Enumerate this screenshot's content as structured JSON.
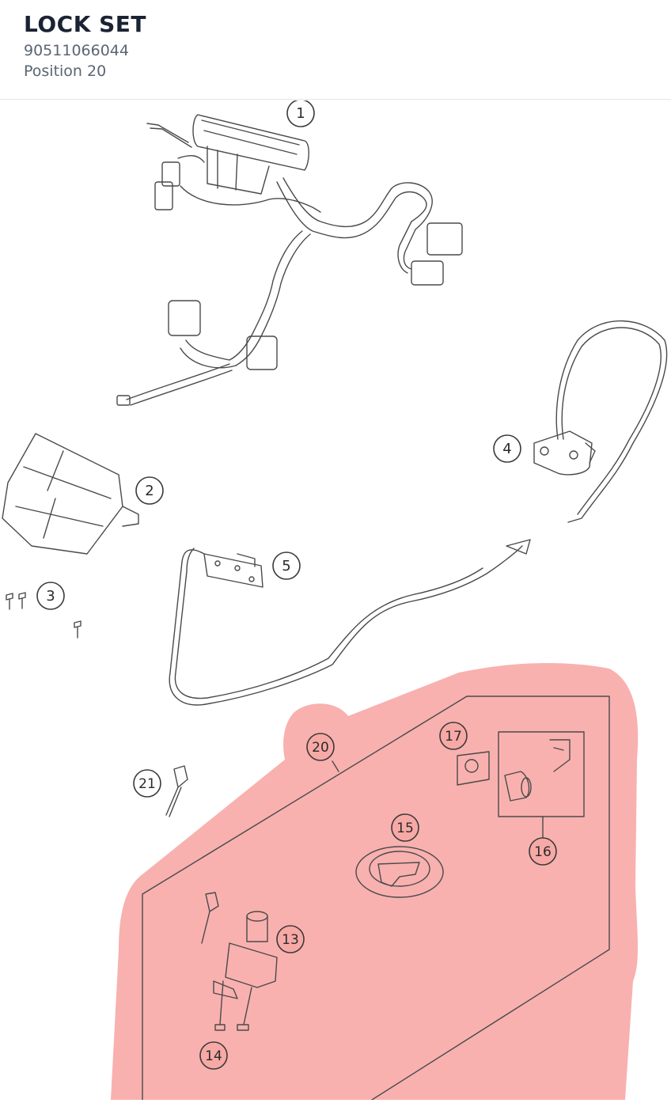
{
  "header": {
    "title": "LOCK SET",
    "part_number": "90511066044",
    "position_label": "Position 20"
  },
  "diagram": {
    "highlight_color": "#f7a9a6",
    "line_color": "#4a4a4a",
    "callouts": [
      {
        "id": "1",
        "label": "1",
        "highlighted": false
      },
      {
        "id": "2",
        "label": "2",
        "highlighted": false
      },
      {
        "id": "3",
        "label": "3",
        "highlighted": false
      },
      {
        "id": "4",
        "label": "4",
        "highlighted": false
      },
      {
        "id": "5",
        "label": "5",
        "highlighted": false
      },
      {
        "id": "13",
        "label": "13",
        "highlighted": true
      },
      {
        "id": "14",
        "label": "14",
        "highlighted": true
      },
      {
        "id": "15",
        "label": "15",
        "highlighted": true
      },
      {
        "id": "16",
        "label": "16",
        "highlighted": true
      },
      {
        "id": "17",
        "label": "17",
        "highlighted": true
      },
      {
        "id": "20",
        "label": "20",
        "highlighted": true
      },
      {
        "id": "21",
        "label": "21",
        "highlighted": false
      }
    ]
  }
}
